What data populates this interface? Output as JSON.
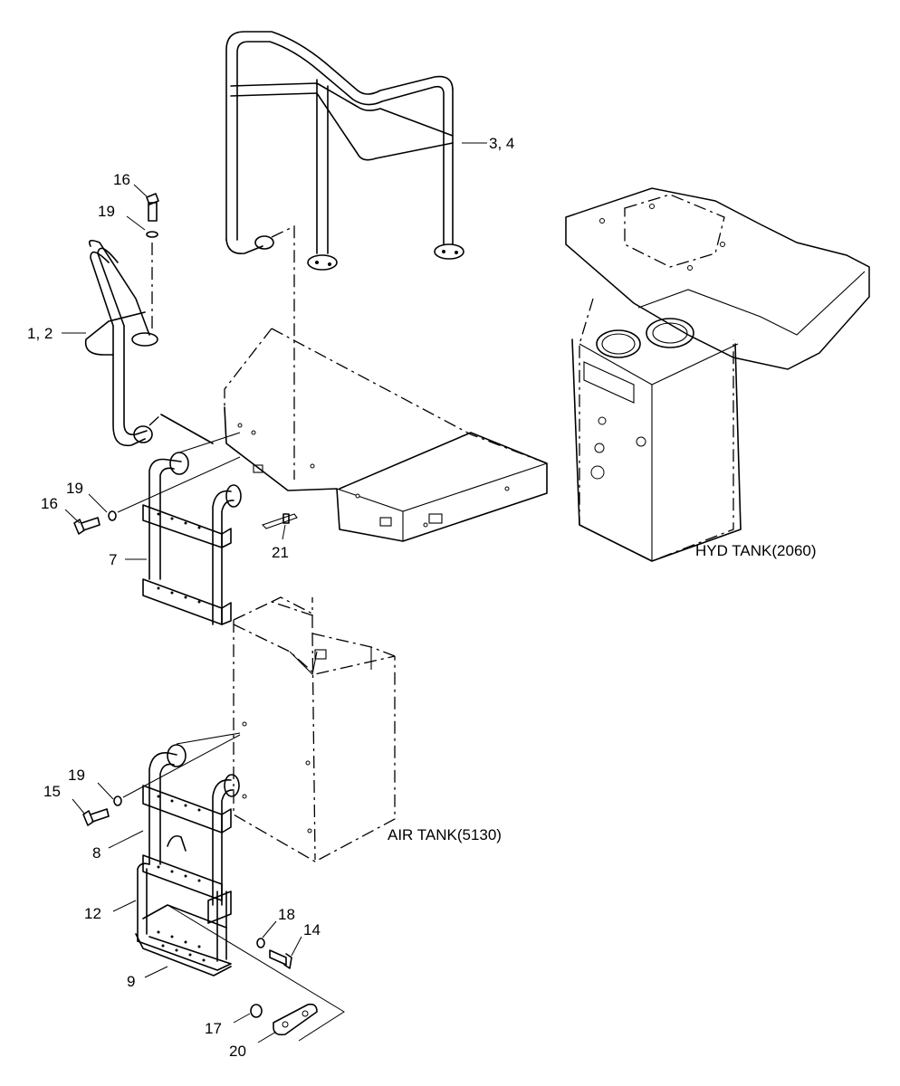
{
  "callouts": {
    "c16_top": "16",
    "c19_top": "19",
    "c1_2": "1, 2",
    "c3_4": "3, 4",
    "c19_mid": "19",
    "c16_mid": "16",
    "c7": "7",
    "c21": "21",
    "c19_low": "19",
    "c15": "15",
    "c8": "8",
    "c12": "12",
    "c18": "18",
    "c14": "14",
    "c9": "9",
    "c17": "17",
    "c20": "20"
  },
  "components": {
    "hyd_tank": "HYD TANK(2060)",
    "air_tank": "AIR TANK(5130)"
  }
}
